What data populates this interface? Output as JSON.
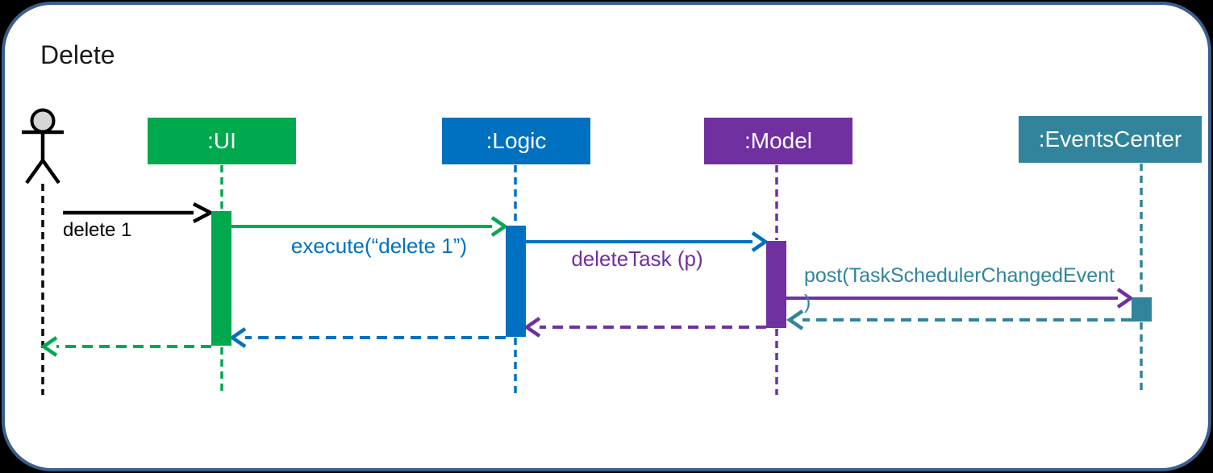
{
  "frame": {
    "title": "Delete",
    "background": "#000000",
    "surface": "#FFFFFF",
    "border_color": "#3A5E8C"
  },
  "actor": {
    "head_fill": "#D6D6D6",
    "color": "#000000"
  },
  "lifelines": [
    {
      "id": "ui",
      "label": ":UI",
      "color": "#00A94E"
    },
    {
      "id": "logic",
      "label": ":Logic",
      "color": "#0070C0"
    },
    {
      "id": "model",
      "label": ":Model",
      "color": "#7030A0"
    },
    {
      "id": "events_center",
      "label": ":EventsCenter",
      "color": "#31849B"
    }
  ],
  "messages": [
    {
      "id": "delete-1",
      "label": "delete 1",
      "style": "solid",
      "from": "actor",
      "to": "ui",
      "line_color": "#000000",
      "label_color": "#000000"
    },
    {
      "id": "execute",
      "label": "execute(“delete 1”)",
      "style": "solid",
      "from": "ui",
      "to": "logic",
      "line_color": "#00A94E",
      "label_color": "#0070C0"
    },
    {
      "id": "delete-task",
      "label": "deleteTask (p)",
      "style": "solid",
      "from": "logic",
      "to": "model",
      "line_color": "#0070C0",
      "label_color": "#7030A0"
    },
    {
      "id": "post-event",
      "label": "post(TaskSchedulerChangedEvent",
      "label_line2": ")",
      "style": "solid",
      "from": "model",
      "to": "events_center",
      "line_color": "#7030A0",
      "label_color": "#31849B"
    },
    {
      "id": "return-events-model",
      "label": "",
      "style": "dashed",
      "from": "events_center",
      "to": "model",
      "line_color": "#31849B"
    },
    {
      "id": "return-model-logic",
      "label": "",
      "style": "dashed",
      "from": "model",
      "to": "logic",
      "line_color": "#7030A0"
    },
    {
      "id": "return-logic-ui",
      "label": "",
      "style": "dashed",
      "from": "logic",
      "to": "ui",
      "line_color": "#0070C0"
    },
    {
      "id": "return-ui-actor",
      "label": "",
      "style": "dashed",
      "from": "ui",
      "to": "actor",
      "line_color": "#00A94E"
    }
  ]
}
